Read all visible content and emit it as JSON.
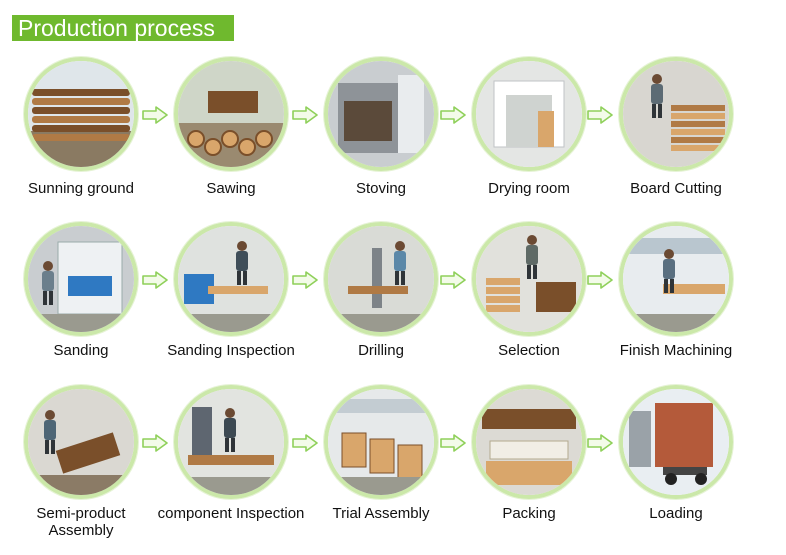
{
  "header": {
    "title": "Production process"
  },
  "colors": {
    "accent": "#6fb92e",
    "ring": "#cbe8a9",
    "arrow": "#8fd05a"
  },
  "steps": [
    {
      "label": "Sunning ground",
      "icon": "log-pile-icon"
    },
    {
      "label": "Sawing",
      "icon": "sawn-logs-icon"
    },
    {
      "label": "Stoving",
      "icon": "boiler-icon"
    },
    {
      "label": "Drying room",
      "icon": "drying-room-icon"
    },
    {
      "label": "Board Cutting",
      "icon": "board-stack-icon"
    },
    {
      "label": "Sanding",
      "icon": "sanding-machine-icon"
    },
    {
      "label": "Sanding Inspection",
      "icon": "inspection-worker-icon"
    },
    {
      "label": "Drilling",
      "icon": "drill-press-icon"
    },
    {
      "label": "Selection",
      "icon": "selection-worker-icon"
    },
    {
      "label": "Finish Machining",
      "icon": "workshop-icon"
    },
    {
      "label": "Semi-product Assembly",
      "icon": "assembly-icon"
    },
    {
      "label": "component Inspection",
      "icon": "component-inspection-icon"
    },
    {
      "label": "Trial Assembly",
      "icon": "trial-assembly-icon"
    },
    {
      "label": "Packing",
      "icon": "packing-icon"
    },
    {
      "label": "Loading",
      "icon": "container-truck-icon"
    }
  ]
}
